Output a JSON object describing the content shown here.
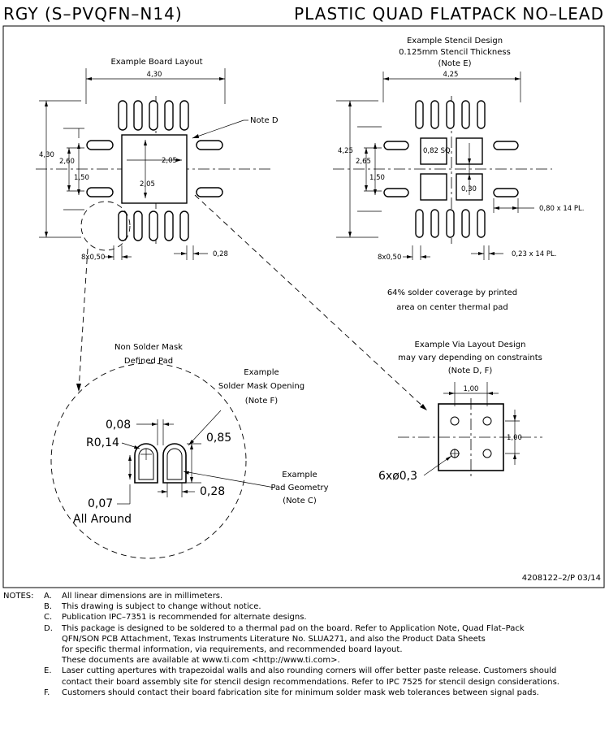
{
  "header": {
    "left_title": "RGY (S–PVQFN–N14)",
    "right_title": "PLASTIC QUAD FLATPACK NO–LEAD"
  },
  "board_layout": {
    "title": "Example Board Layout",
    "dim_width": "4,30",
    "dim_height": "4,30",
    "dim_inner": "2,60",
    "dim_center": "1,50",
    "dim_pad_w": "2,05",
    "dim_pad_h": "2,05",
    "note_d": "Note D",
    "pitch": "8x0,50",
    "lead_w": "0,28"
  },
  "stencil": {
    "title_1": "Example Stencil Design",
    "title_2": "0.125mm Stencil Thickness",
    "title_3": "(Note E)",
    "dim_width": "4,25",
    "dim_height": "4,25",
    "dim_inner": "2,65",
    "dim_center": "1,50",
    "sq": "0,82 SQ",
    "gap": "0,30",
    "lead_len": "0,80 x 14 PL.",
    "pitch": "8x0,50",
    "lead_w": "0,23 x 14 PL.",
    "coverage_1": "64% solder coverage by printed",
    "coverage_2": "area on center thermal pad"
  },
  "detail": {
    "title_1": "Non Solder Mask",
    "title_2": "Defined Pad",
    "opening_1": "Example",
    "opening_2": "Solder Mask Opening",
    "opening_3": "(Note F)",
    "dim_gap": "0,08",
    "dim_radius": "R0,14",
    "dim_len": "0,85",
    "dim_width": "0,28",
    "dim_around_1": "0,07",
    "dim_around_2": "All Around",
    "geom_1": "Example",
    "geom_2": "Pad Geometry",
    "geom_3": "(Note C)"
  },
  "via": {
    "title_1": "Example Via Layout Design",
    "title_2": "may vary depending on constraints",
    "title_3": "(Note D, F)",
    "dim_x": "1,00",
    "dim_y": "1,00",
    "via_count": "6xø0,3"
  },
  "doc_id": "4208122–2/P   03/14",
  "notes_heading": "NOTES:",
  "notes": [
    {
      "letter": "A.",
      "lines": [
        "All linear dimensions are in millimeters."
      ]
    },
    {
      "letter": "B.",
      "lines": [
        "This drawing is subject to change without notice."
      ]
    },
    {
      "letter": "C.",
      "lines": [
        "Publication IPC–7351 is recommended for alternate designs."
      ]
    },
    {
      "letter": "D.",
      "lines": [
        "This package is designed to be soldered to a thermal pad on the board.  Refer to Application Note, Quad Flat–Pack",
        "QFN/SON PCB Attachment, Texas Instruments Literature No. SLUA271, and also the Product Data Sheets",
        "for specific thermal information, via requirements, and recommended board layout.",
        "These documents are available at www.ti.com <http://www.ti.com>."
      ]
    },
    {
      "letter": "E.",
      "lines": [
        "Laser cutting apertures with trapezoidal walls and also rounding corners will offer better paste release.  Customers should",
        "contact their board assembly site for stencil design recommendations.  Refer to IPC 7525 for stencil design considerations."
      ]
    },
    {
      "letter": "F.",
      "lines": [
        "Customers should contact their board fabrication site for minimum solder mask web tolerances between signal pads."
      ]
    }
  ]
}
